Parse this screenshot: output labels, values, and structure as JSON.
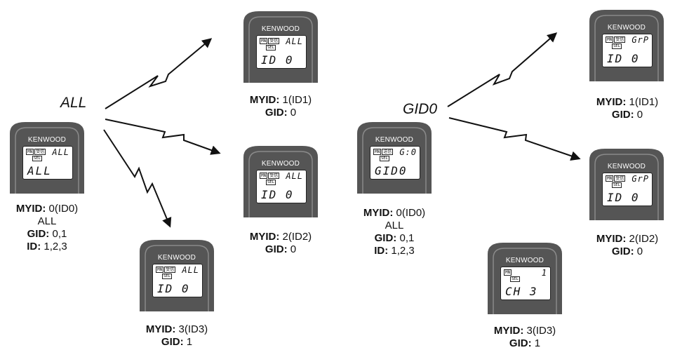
{
  "left": {
    "call": "ALL",
    "caller": {
      "brand": "KENWOOD",
      "top": "ALL",
      "main": "ALL",
      "ind1": "MN",
      "ind2": "受信",
      "sel": "SEL",
      "myid_key": "MYID:",
      "myid_val": " 0(ID0)",
      "extra": "ALL",
      "gid_key": "GID:",
      "gid_val": " 0,1",
      "id_key": "ID:",
      "id_val": " 1,2,3"
    },
    "r1": {
      "brand": "KENWOOD",
      "top": "ALL",
      "main": "ID 0",
      "ind1": "MN",
      "ind2": "受信",
      "sel": "SEL",
      "myid_key": "MYID:",
      "myid_val": " 1(ID1)",
      "gid_key": "GID:",
      "gid_val": " 0"
    },
    "r2": {
      "brand": "KENWOOD",
      "top": "ALL",
      "main": "ID 0",
      "ind1": "MN",
      "ind2": "受信",
      "sel": "SEL",
      "myid_key": "MYID:",
      "myid_val": " 2(ID2)",
      "gid_key": "GID:",
      "gid_val": " 0"
    },
    "r3": {
      "brand": "KENWOOD",
      "top": "ALL",
      "main": "ID 0",
      "ind1": "MN",
      "ind2": "受信",
      "sel": "SEL",
      "myid_key": "MYID:",
      "myid_val": " 3(ID3)",
      "gid_key": "GID:",
      "gid_val": " 1"
    }
  },
  "right": {
    "call": "GID0",
    "caller": {
      "brand": "KENWOOD",
      "top": "G:0",
      "main": "GID0",
      "ind1": "MN",
      "ind2": "送信",
      "sel": "SEL",
      "myid_key": "MYID:",
      "myid_val": " 0(ID0)",
      "extra": "ALL",
      "gid_key": "GID:",
      "gid_val": " 0,1",
      "id_key": "ID:",
      "id_val": " 1,2,3"
    },
    "r1": {
      "brand": "KENWOOD",
      "top": "GrP",
      "main": "ID 0",
      "ind1": "MN",
      "ind2": "受信",
      "sel": "SEL",
      "myid_key": "MYID:",
      "myid_val": " 1(ID1)",
      "gid_key": "GID:",
      "gid_val": " 0"
    },
    "r2": {
      "brand": "KENWOOD",
      "top": "GrP",
      "main": "ID 0",
      "ind1": "MN",
      "ind2": "受信",
      "sel": "SEL",
      "myid_key": "MYID:",
      "myid_val": " 2(ID2)",
      "gid_key": "GID:",
      "gid_val": " 0"
    },
    "r3": {
      "brand": "KENWOOD",
      "top": "1",
      "main": "CH 3",
      "ind1": "MN",
      "ind2": "",
      "sel": "SEL",
      "myid_key": "MYID:",
      "myid_val": " 3(ID3)",
      "gid_key": "GID:",
      "gid_val": " 1"
    }
  }
}
